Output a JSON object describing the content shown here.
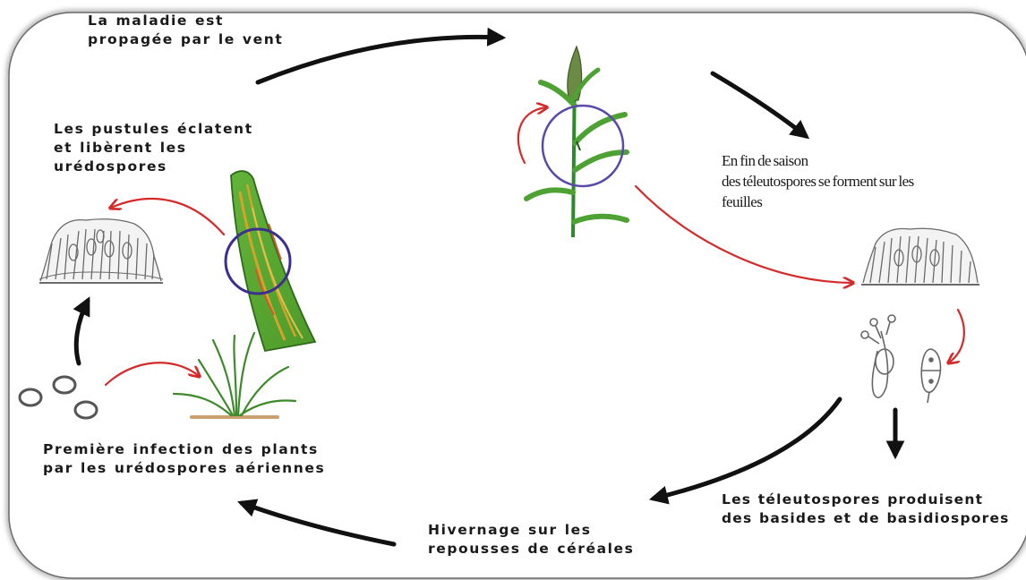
{
  "labels": {
    "wind": [
      "La maladie est",
      "propagée par le vent"
    ],
    "pustules": [
      "Les pustules éclatent",
      "et libèrent les",
      "urédospores"
    ],
    "end_season": [
      "En fin de saison",
      "des téleutospores se forment sur les",
      "feuilles"
    ],
    "first_infection": [
      "Première infection des plants",
      "par les urédospores aériennes"
    ],
    "overwintering": [
      "Hivernage sur les",
      "repousses de céréales"
    ],
    "basidia": [
      "Les téleutospores produisent",
      "des basides et de basidiospores"
    ]
  },
  "colors": {
    "cycle_arrow": "#111111",
    "infection_arrow": "#d42a2a",
    "circle_highlight": "#3b2f8f",
    "leaf_green": "#5aa832",
    "leaf_lesion": "#d8a12a",
    "card_border": "#555555"
  },
  "icons": [
    "wheat-plant-icon",
    "infected-leaf-icon",
    "pustule-icon",
    "spores-icon",
    "seedling-icon",
    "basidia-icon"
  ]
}
